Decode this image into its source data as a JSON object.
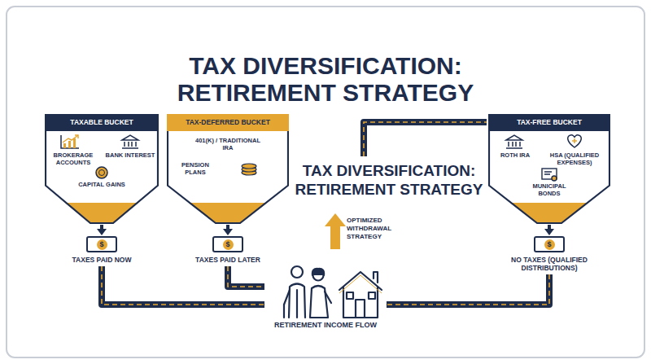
{
  "diagram": {
    "title": "TAX DIVERSIFICATION: RETIREMENT STRATEGY",
    "nodes": [
      {
        "text": [
          "TAXABLE BUCKET",
          "BROKERAGE ACCOUNTS",
          "BANK INTEREST",
          "CAPITAL GAINS"
        ]
      },
      {
        "text": [
          "TAX-DEFERRED BUCKET",
          "401(K) / TRADITIONAL IRA",
          "PENSION PLANS"
        ]
      },
      {
        "text": [
          "TAX-FREE BUCKET",
          "ROTH IRA",
          "HSA (QUALIFIED EXPENSES)",
          "MUNICIPAL BONDS"
        ]
      },
      {
        "text": [
          "$",
          "TAXES PAID NOW"
        ]
      },
      {
        "text": [
          "$",
          "TAXES PAID LATER"
        ]
      },
      {
        "text": [
          "$",
          "NO TAXES (QUALIFIED DISTRIBUTIONS)"
        ]
      },
      {
        "text": [
          "RETIREMENT INCOME FLOW"
        ]
      }
    ],
    "edges": [
      {
        "from": 0,
        "to": 3,
        "arrow": "to"
      },
      {
        "from": 1,
        "to": 4,
        "arrow": "to"
      },
      {
        "from": 2,
        "to": 5,
        "arrow": "to"
      },
      {
        "from": 3,
        "to": 6,
        "arrow": "none"
      },
      {
        "from": 4,
        "to": 6,
        "arrow": "none"
      },
      {
        "from": 5,
        "to": 6,
        "arrow": "none"
      }
    ],
    "labels": [
      "TAX DIVERSIFICATION: RETIREMENT STRATEGY",
      "OPTIMIZED WITHDRAWAL STRATEGY"
    ]
  }
}
